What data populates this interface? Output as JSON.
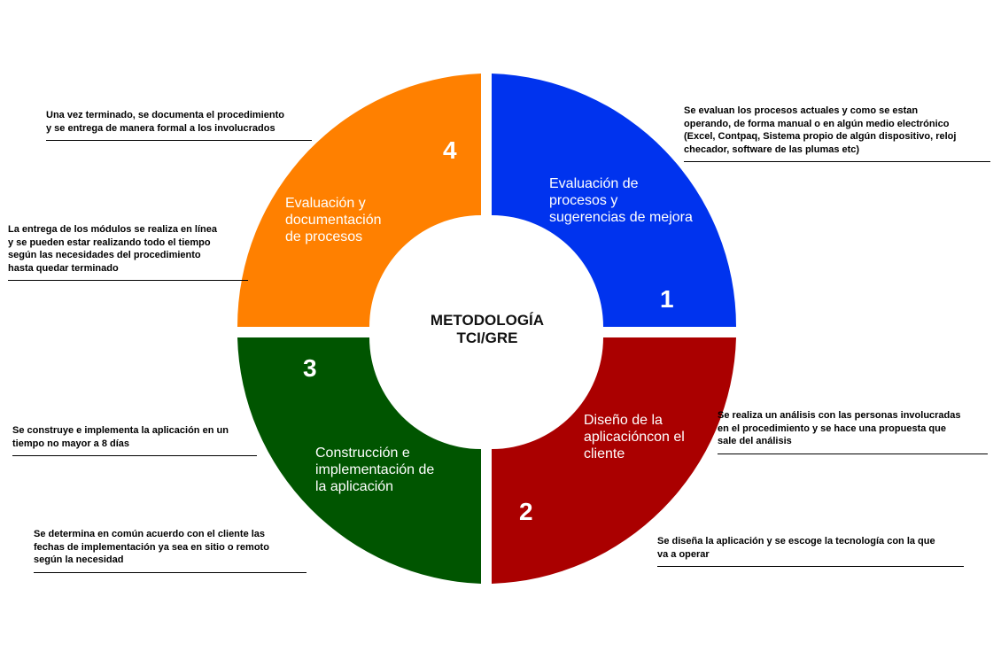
{
  "center": {
    "title": "METODOLOGÍA\nTCI/GRE"
  },
  "colors": {
    "blue": "#0033ee",
    "red": "#aa0000",
    "green": "#005500",
    "orange": "#ff8000",
    "text_on_segment": "#ffffff"
  },
  "segments": [
    {
      "number": "1",
      "title": "Evaluación de\nprocesos y\nsugerencias de mejora",
      "color": "#0033ee"
    },
    {
      "number": "2",
      "title": "Diseño de la\naplicacióncon el\ncliente",
      "color": "#aa0000"
    },
    {
      "number": "3",
      "title": "Construcción e\nimplementación de\nla aplicación",
      "color": "#005500"
    },
    {
      "number": "4",
      "title": "Evaluación y\ndocumentación\nde procesos",
      "color": "#ff8000"
    }
  ],
  "notes": {
    "seg1": "Se evaluan los procesos actuales y como se estan\noperando, de forma manual o en algún medio electrónico\n(Excel, Contpaq, Sistema propio de algún dispositivo, reloj\nchecador, software de las plumas etc)",
    "seg2_top": "Se realiza un análisis con las personas involucradas\nen el procedimiento y se hace una propuesta que\nsale del análisis",
    "seg2_bottom": "Se diseña la aplicación y se escoge la tecnología con la que\nva a operar",
    "seg3_top": "Se construye e implementa la aplicación en un\ntiempo no mayor a 8 días",
    "seg3_bottom": "Se determina en común acuerdo con el cliente las\nfechas de implementación ya sea en sitio o remoto\nsegún la necesidad",
    "seg4_top": "Una vez terminado, se documenta el procedimiento\ny se entrega de manera formal a los involucrados",
    "seg4_bottom": "La entrega de los módulos se realiza en línea\ny se pueden estar realizando todo el tiempo\nsegún las necesidades del procedimiento\nhasta quedar terminado"
  }
}
